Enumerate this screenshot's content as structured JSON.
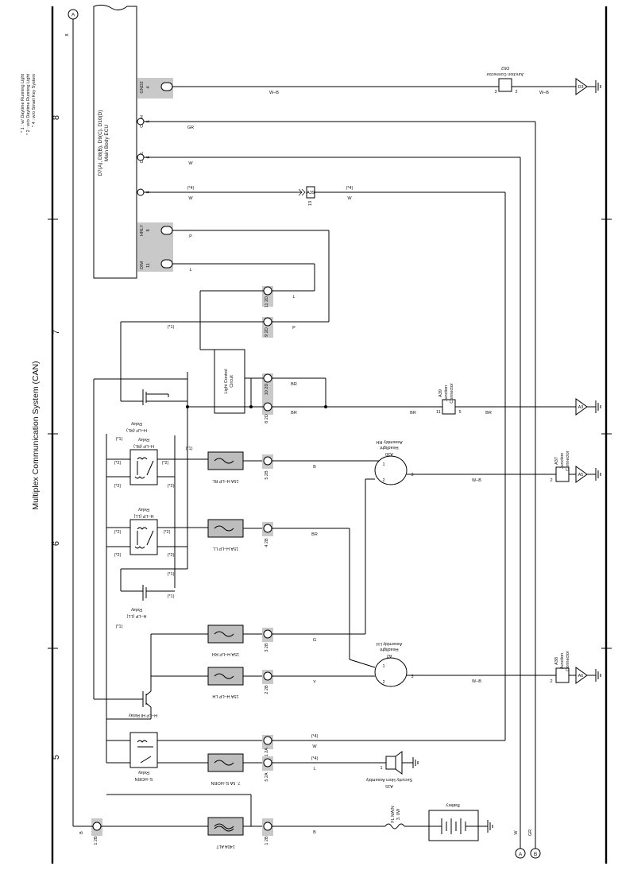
{
  "title": "Multiplex Communication System (CAN)",
  "page_numbers": [
    "8",
    "7",
    "6",
    "5"
  ],
  "notes": [
    "* 1 : w/ Daytime Running Light",
    "* 2 : w/o Daytime Running Light",
    "* 4 : w/o Smart Key System"
  ],
  "ecu": {
    "name": "D7(A), D8(B), D9(C), D10(D)",
    "sub": "Main Body ECU"
  },
  "ecu_pins": [
    {
      "name": "GND2",
      "num": "4",
      "conn": "9 D"
    },
    {
      "name": "CANH",
      "num": "5",
      "conn": "C"
    },
    {
      "name": "CANL",
      "num": "6",
      "conn": "C"
    },
    {
      "name": "SH",
      "num": "8",
      "conn": "C"
    },
    {
      "name": "HRLY",
      "num": "8",
      "conn": "3 D"
    },
    {
      "name": "DIM",
      "num": "11",
      "conn": "9 D"
    }
  ],
  "wires": {
    "gnd2": "W–B",
    "canh": "GR",
    "canl": "W",
    "sh": "W",
    "sh_note": "(*4)",
    "sh_conn": "13",
    "hrly": "P",
    "dim": "L",
    "l": "L",
    "p": "P",
    "br": "BR",
    "b": "B",
    "g": "G",
    "y": "Y",
    "wb": "W–B",
    "w": "W",
    "gr": "GR",
    "note1": "(*1)",
    "note2": "(*2)",
    "note4": "(*4)"
  },
  "junction_d52": {
    "name": "Junction Connector",
    "id": "D52",
    "pin_a": "3",
    "pin_b": "2"
  },
  "junction_a39": {
    "id": "A39",
    "name": "Junction",
    "name2": "Connector",
    "pin_a": "11",
    "pin_b": "5"
  },
  "junction_a37": {
    "id": "A37",
    "name": "Junction",
    "name2": "Connector",
    "pin": "2"
  },
  "junction_a38": {
    "id": "A38",
    "name": "Junction",
    "name2": "Connector",
    "pin": "2"
  },
  "grounds": [
    "D3",
    "A3",
    "A5",
    "A6"
  ],
  "light_control": {
    "line1": "Light Control",
    "line2": "Circuit"
  },
  "relays": {
    "hlp_rl_top": {
      "name": "H–LP (RL)",
      "sub": "Relay"
    },
    "hlp_rl": {
      "name": "H–LP (RL)",
      "sub": "Relay"
    },
    "hlp_ll": {
      "name": "H–LP (LL)",
      "sub": "Relay"
    },
    "hlp_ll_bottom": {
      "name": "H–LP (LL)",
      "sub": "Relay"
    },
    "hlp_hi": {
      "name": "H–LP HI Relay"
    },
    "s_horn": {
      "name": "S–HORN",
      "sub": "Relay"
    }
  },
  "fuses": {
    "rl": "15A H–LP RL",
    "ll": "15A H–LP LL",
    "rh": "15A H–LP RH",
    "lh": "15A H–LP LH",
    "shorn": "7. 5A S–HORN",
    "alt": "140A ALT"
  },
  "headlights": {
    "rh": {
      "id": "A30",
      "name": "Headlight",
      "name2": "Assembly RH"
    },
    "lh": {
      "id": "A2",
      "name": "Headlight",
      "name2": "Assembly LH"
    }
  },
  "horn": {
    "id": "A15",
    "name": "Security Horn Assembly",
    "pin": "1"
  },
  "battery": {
    "name": "Battery"
  },
  "fl_main": {
    "line1": "FL MAIN",
    "line2": "3. 0W"
  },
  "connectors": {
    "c_l": "11 2D",
    "c_p": "9 2D",
    "c_br1": "10 2D",
    "c_br2": "8 2D",
    "c_b": "5 2B",
    "c_br3": "4 2B",
    "c_g": "3 2B",
    "c_y": "2 2B",
    "c_w": "11 2A",
    "c_l2": "5 2A",
    "c_b2": "1 2B",
    "c_b3": "1 2B"
  },
  "off_page": {
    "a": "A",
    "b": "B",
    "a_wire": "B",
    "a_num": "8"
  }
}
